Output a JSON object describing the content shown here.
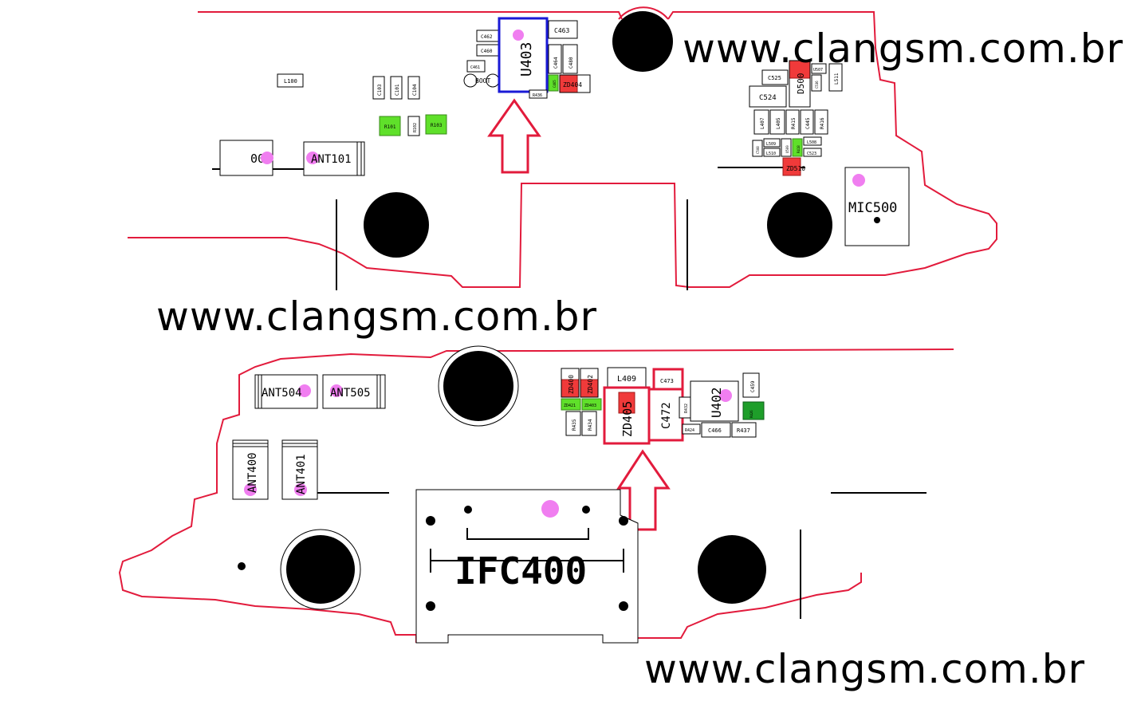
{
  "watermark": "www.clangsm.com.br",
  "colors": {
    "outline": "#e21b3c",
    "highlight_blue": "#1a1ad6",
    "pad_red": "#f03a3a",
    "pad_green": "#5fe02a",
    "pad_dark_green": "#1e9e2a",
    "test_point": "#f07ef0"
  },
  "top_board": {
    "small_labels": {
      "l100": "L100",
      "c103": "C103",
      "c101": "C101",
      "c104": "C104",
      "r101": "R101",
      "r102": "R102",
      "r103": "R103",
      "c462": "C462",
      "c460": "C460",
      "c461": "C461",
      "boot": "BOOT",
      "c463": "C463",
      "c464": "C464",
      "c480": "C480",
      "c465": "C465",
      "r436": "R436",
      "c525": "C525",
      "u507": "U507",
      "c536": "C536",
      "l511": "L511",
      "c524": "C524",
      "l407": "L407",
      "l405": "L405",
      "r415": "R415",
      "c445": "C445",
      "r416": "R416",
      "c508": "C508",
      "l509": "L509",
      "l510": "L510",
      "u509": "U509",
      "r418": "R418",
      "l508": "L508",
      "c523": "C523"
    },
    "labels": {
      "u403": "U403",
      "zd404": "ZD404",
      "d500": "D500",
      "zd510": "ZD510",
      "ant100": "00",
      "ant101": "ANT101",
      "mic500": "MIC500"
    }
  },
  "bottom_board": {
    "small_labels": {
      "zd421": "ZD421",
      "zd403": "ZD403",
      "r435": "R435",
      "r434": "R434",
      "c473": "C473",
      "r432": "R432",
      "r424": "R424",
      "c466": "C466",
      "r437": "R437",
      "c459": "C459",
      "r426": "R426"
    },
    "labels": {
      "zd400": "ZD400",
      "zd402": "ZD402",
      "l409": "L409",
      "zd405": "ZD405",
      "c472": "C472",
      "u402": "U402",
      "ant504": "ANT504",
      "ant505": "ANT505",
      "ant400": "ANT400",
      "ant401": "ANT401",
      "ifc400": "IFC400"
    }
  }
}
